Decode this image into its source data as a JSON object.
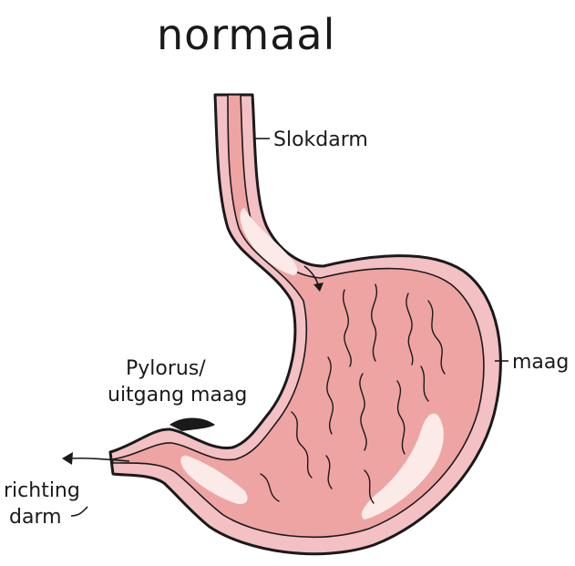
{
  "title": "normaal",
  "labels": {
    "esophagus": "Slokdarm",
    "stomach": "maag",
    "pylorus_line1": "Pylorus/",
    "pylorus_line2": "uitgang maag",
    "direction_line1": "richting",
    "direction_line2": "darm"
  },
  "colors": {
    "stomach_fill": "#eea4a3",
    "stomach_wall": "#f3c0c4",
    "highlight": "#fbeae8",
    "outline": "#1a1a1a"
  }
}
